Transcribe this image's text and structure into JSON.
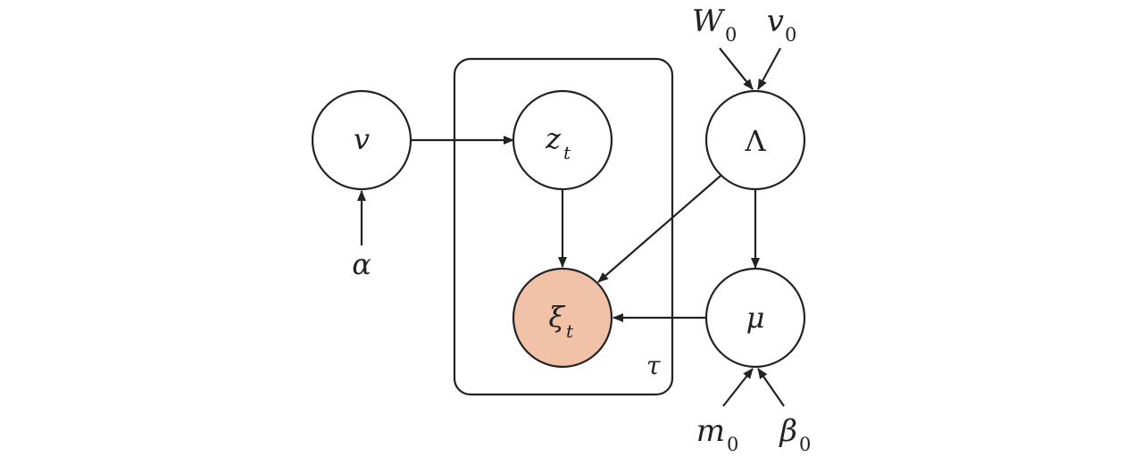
{
  "diagram": {
    "nodes": {
      "v": {
        "symbol": "v",
        "subscript": ""
      },
      "z": {
        "symbol": "z",
        "subscript": "t"
      },
      "Lambda": {
        "symbol": "Λ",
        "subscript": ""
      },
      "xi": {
        "symbol": "ξ",
        "subscript": "t",
        "observed": true,
        "fill": "#f1c2a8"
      },
      "mu": {
        "symbol": "μ",
        "subscript": ""
      }
    },
    "params": {
      "alpha": {
        "symbol": "α",
        "subscript": ""
      },
      "W": {
        "symbol": "W",
        "subscript": "0"
      },
      "nu": {
        "symbol": "v",
        "subscript": "0"
      },
      "m": {
        "symbol": "m",
        "subscript": "0"
      },
      "beta": {
        "symbol": "β",
        "subscript": "0"
      }
    },
    "plate": {
      "label": "τ"
    },
    "edges": [
      {
        "from": "alpha",
        "to": "v"
      },
      {
        "from": "v",
        "to": "z"
      },
      {
        "from": "z",
        "to": "xi"
      },
      {
        "from": "W",
        "to": "Lambda"
      },
      {
        "from": "nu",
        "to": "Lambda"
      },
      {
        "from": "Lambda",
        "to": "xi"
      },
      {
        "from": "Lambda",
        "to": "mu"
      },
      {
        "from": "mu",
        "to": "xi"
      },
      {
        "from": "m",
        "to": "mu"
      },
      {
        "from": "beta",
        "to": "mu"
      }
    ]
  }
}
